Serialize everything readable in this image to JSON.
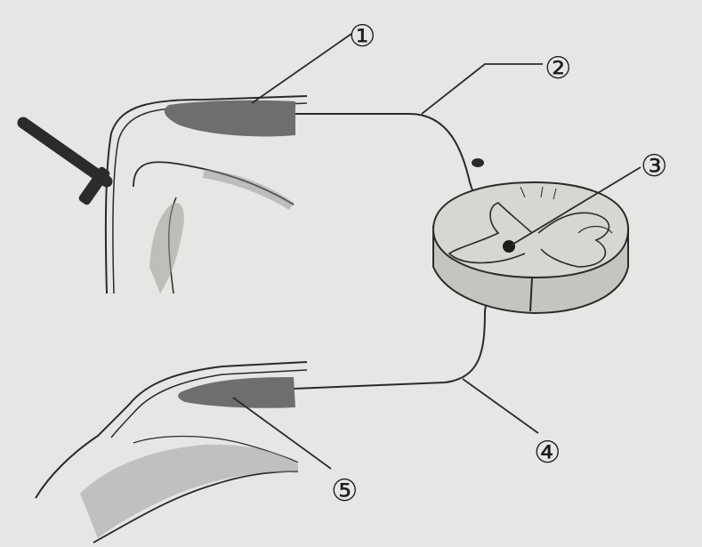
{
  "labels": {
    "receptor": "①",
    "afferent_nerve": "②",
    "nerve_center": "③",
    "efferent_nerve": "④",
    "effector": "⑤"
  },
  "colors": {
    "background": "#e6e6e4",
    "ink": "#2a2a2a",
    "muscle": "#6e6e6e",
    "spinal_cord_fill": "#cfcfcb",
    "hammer": "#2b2b2b"
  }
}
